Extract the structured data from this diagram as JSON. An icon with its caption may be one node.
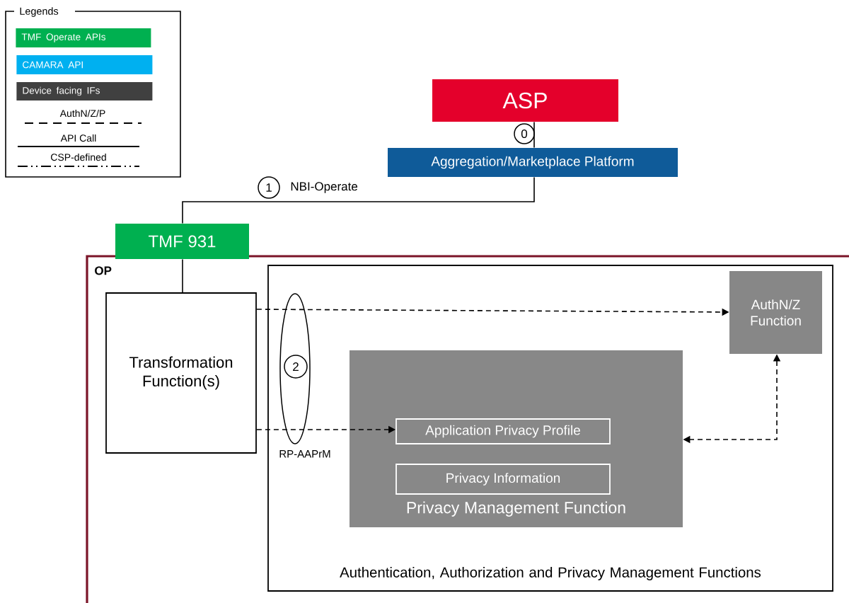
{
  "diagram": {
    "nodes": [
      {
        "text": [
          "ASP"
        ]
      },
      {
        "text": [
          "Aggregation/Marketplace Platform"
        ]
      },
      {
        "text": [
          "TMF 931"
        ]
      },
      {
        "text": [
          "OP"
        ]
      },
      {
        "text": [
          "Transformation Function(s)"
        ],
        "in": 3
      },
      {
        "text": [
          "Authentication, Authorization and Privacy Management Functions"
        ],
        "in": 3
      },
      {
        "text": [
          "AuthN/Z Function"
        ],
        "in": 5
      },
      {
        "text": [
          "Privacy Management Function"
        ],
        "in": 5
      },
      {
        "text": [
          "Application Privacy Profile"
        ],
        "in": 7
      },
      {
        "text": [
          "Privacy Information"
        ],
        "in": 7
      },
      {
        "text": [],
        "shape": "ellipse",
        "beside": [
          "RP-AAPrM"
        ],
        "in": 5
      },
      {
        "text": [
          "2"
        ],
        "in": 10
      },
      {
        "text": [
          "0"
        ]
      },
      {
        "text": [
          "1"
        ],
        "beside": [
          "NBI-Operate"
        ]
      }
    ],
    "edges": [
      {
        "from": 0,
        "to": 1,
        "arrow": "none"
      },
      {
        "from": 1,
        "to": 2,
        "arrow": "none"
      },
      {
        "from": 2,
        "to": 4,
        "arrow": "none"
      },
      {
        "from": 4,
        "to": 6,
        "arrow": "to",
        "style": "dashed"
      },
      {
        "from": 4,
        "to": 8,
        "arrow": "to",
        "style": "dashed"
      },
      {
        "from": 6,
        "to": 7,
        "arrow": "both",
        "style": "dashed"
      }
    ],
    "labels": [
      "Legends"
    ],
    "legend": [
      {
        "text": "TMF Operate APIs",
        "color": "#00b050"
      },
      {
        "text": "CAMARA API",
        "color": "#00b0f0"
      },
      {
        "text": "Device facing IFs",
        "color": "#404040"
      },
      {
        "text": "AuthN/Z/P"
      },
      {
        "text": "API Call"
      },
      {
        "text": "CSP-defined"
      }
    ]
  }
}
